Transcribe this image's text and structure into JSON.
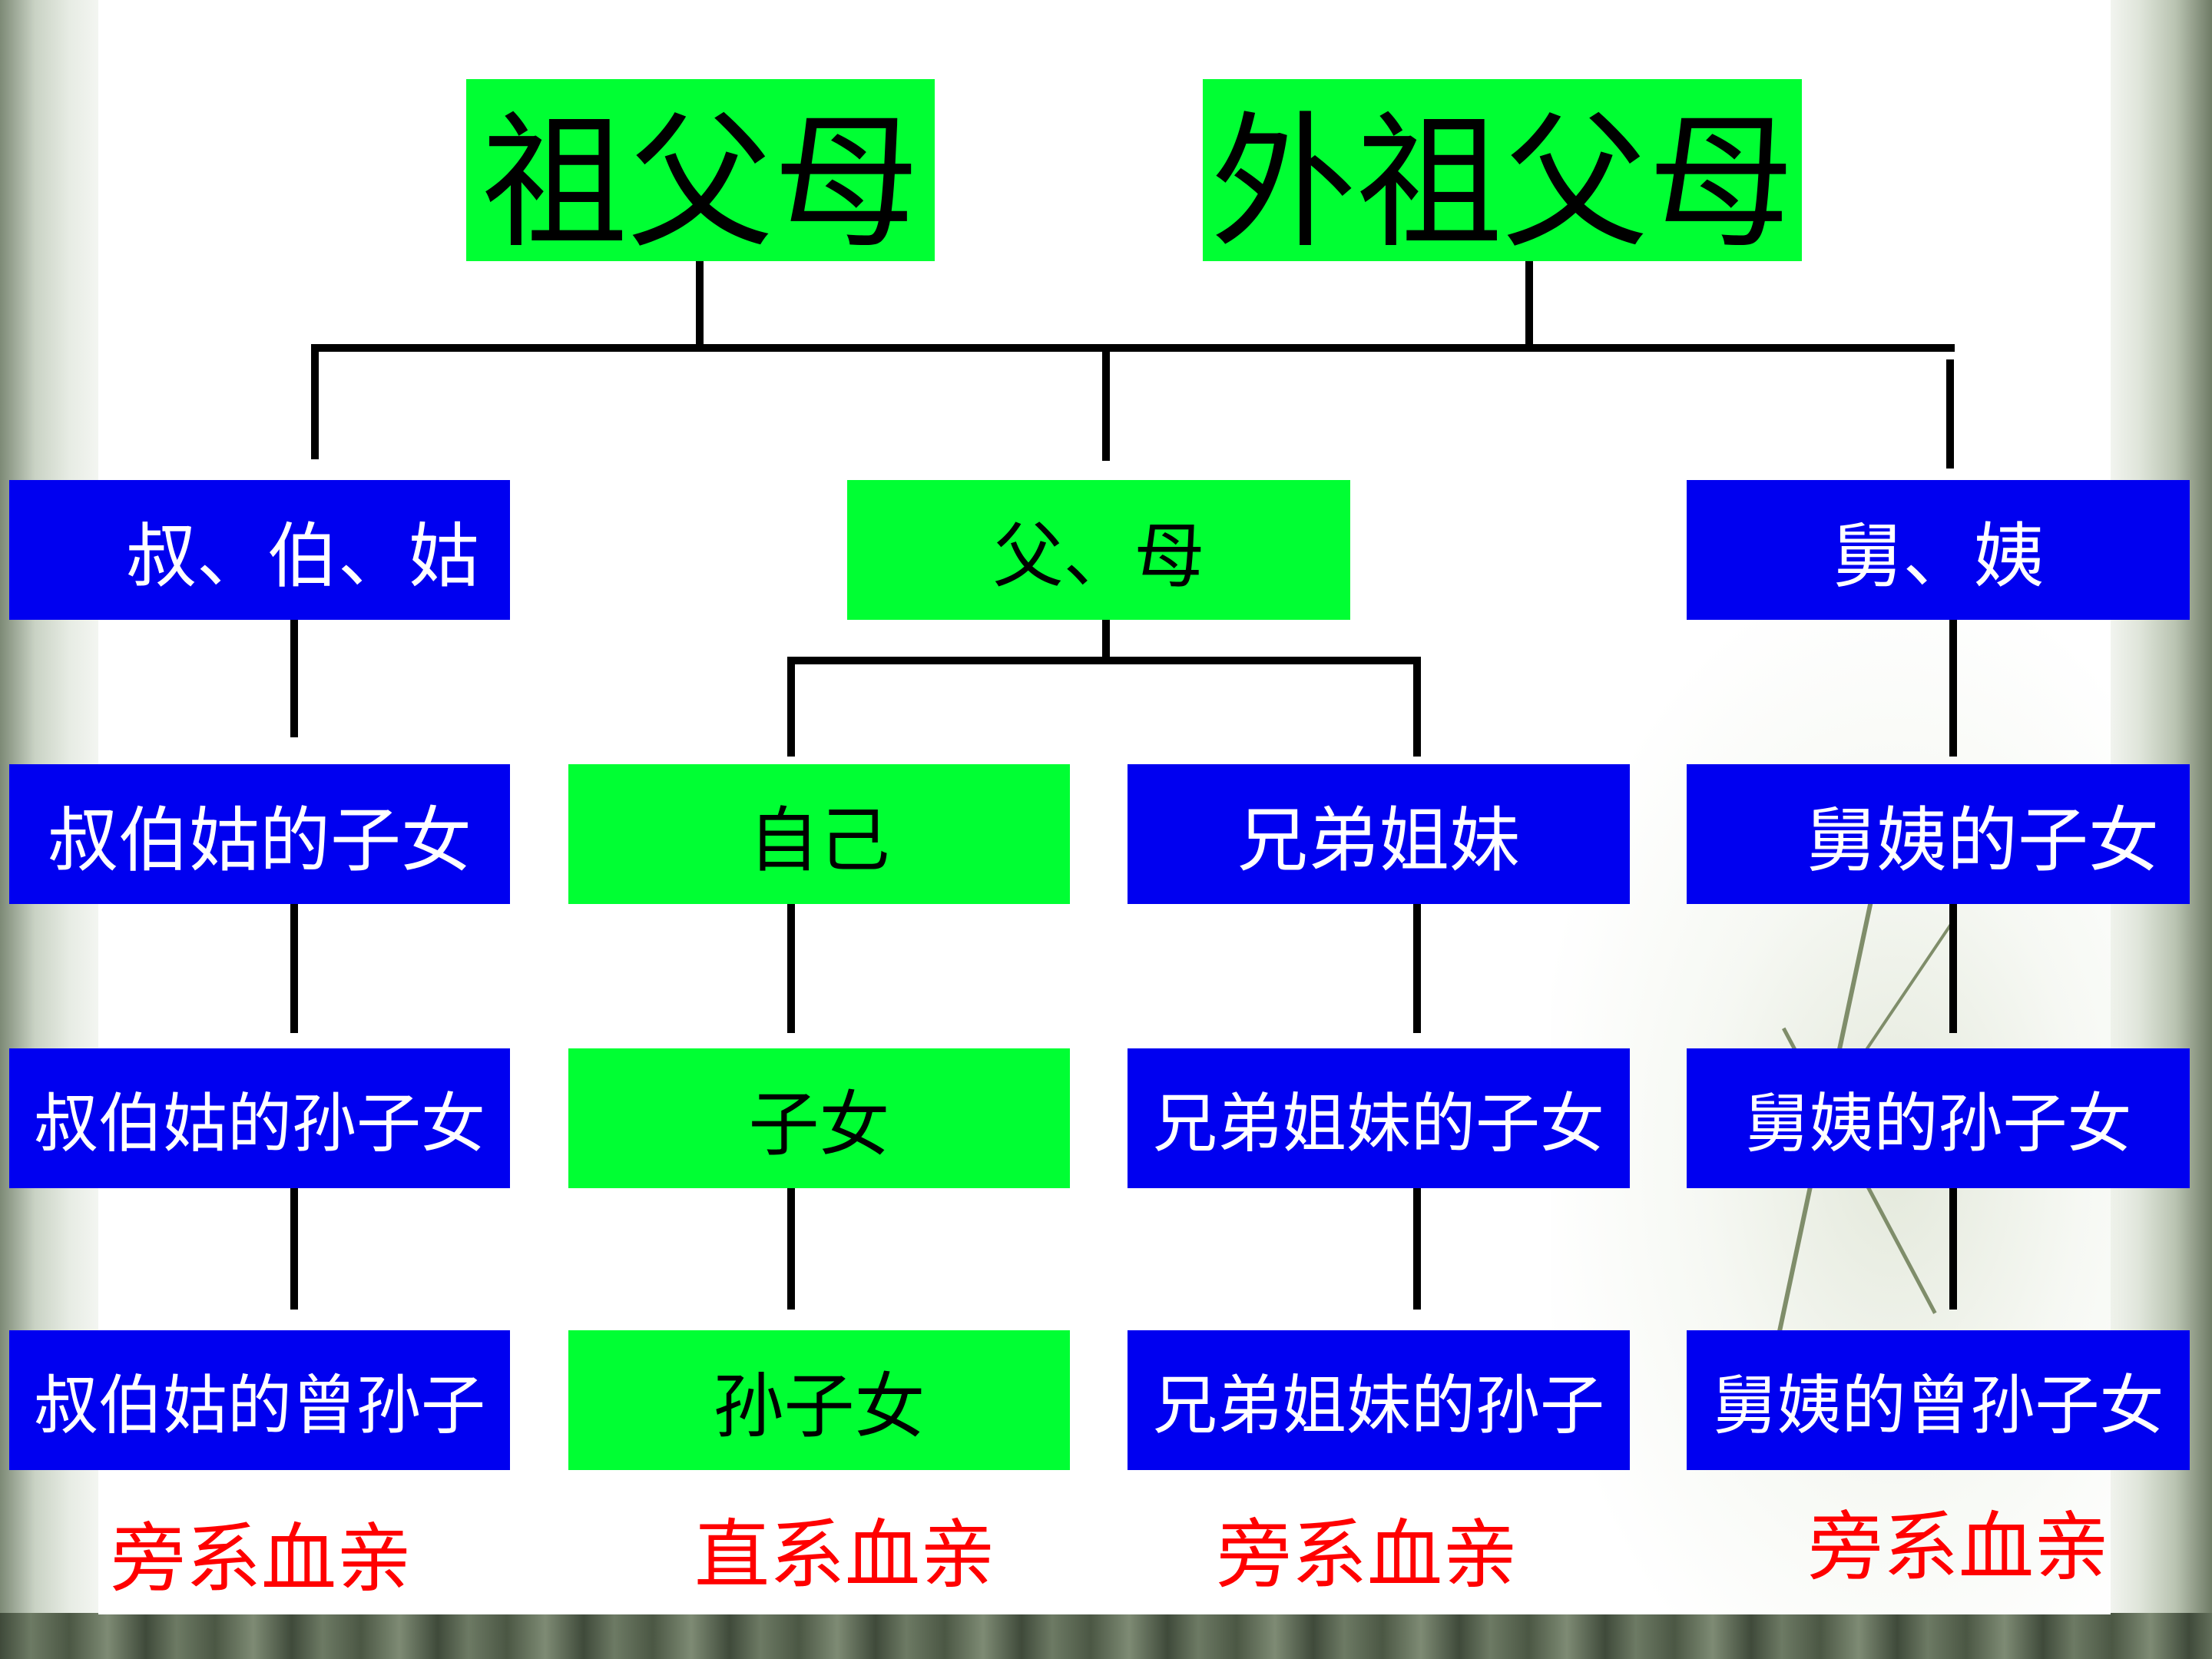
{
  "top": {
    "paternal_grandparents": "祖父母",
    "maternal_grandparents": "外祖父母"
  },
  "level1": {
    "paternal_relatives": "叔、伯、姑",
    "parents": "父、母",
    "maternal_relatives": "舅、姨"
  },
  "level2": {
    "cousins_paternal": "叔伯姑的子女",
    "self": "自己",
    "siblings": "兄弟姐妹",
    "cousins_maternal": "舅姨的子女"
  },
  "level3": {
    "paternal_grandchildren": "叔伯姑的孙子女",
    "children": "子女",
    "sibling_children": "兄弟姐妹的子女",
    "maternal_grandchildren": "舅姨的孙子女"
  },
  "level4": {
    "paternal_great_grandchildren": "叔伯姑的曾孙子",
    "grandchildren": "孙子女",
    "sibling_grandchildren": "兄弟姐妹的孙子",
    "maternal_great_grandchildren": "舅姨的曾孙子女"
  },
  "captions": {
    "col1": "旁系血亲",
    "col2": "直系血亲",
    "col3": "旁系血亲",
    "col4": "旁系血亲"
  },
  "colors": {
    "direct": "#00ff33",
    "collateral": "#0000f0",
    "caption": "#ff0000"
  }
}
